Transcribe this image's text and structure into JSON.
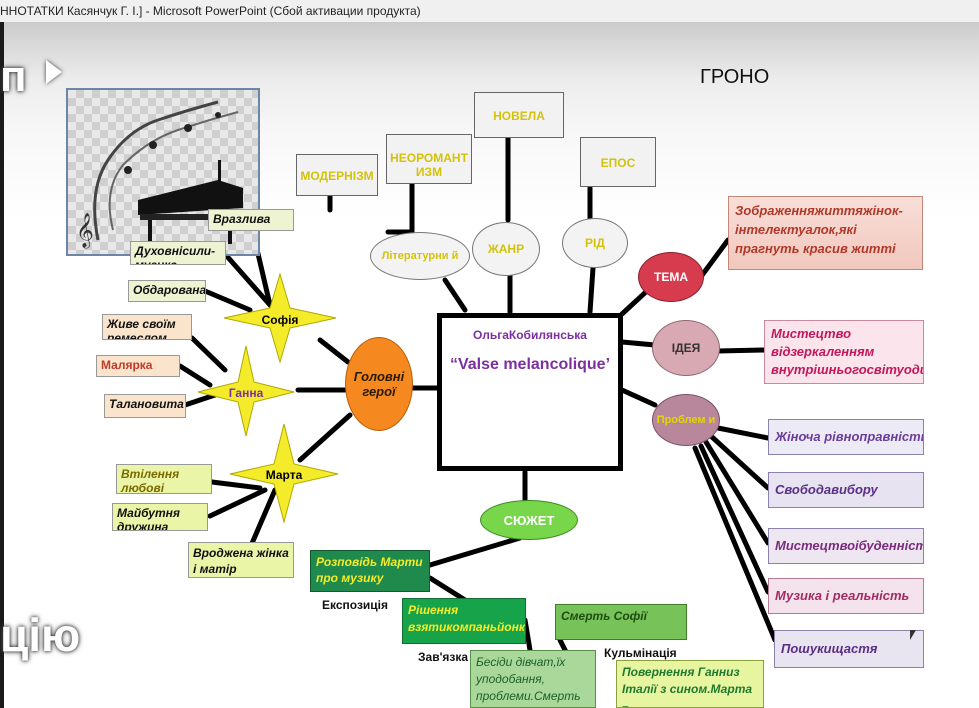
{
  "window": {
    "title": "ННОТАТКИ   Касянчук Г. І.] - Microsoft PowerPoint (Сбой активации продукта)"
  },
  "overlay": {
    "left_top": "п",
    "left_bottom": "цію"
  },
  "slide": {
    "title": "ГРОНО",
    "center": {
      "author": "ОльгаКобилянська",
      "work": "“Valse melancolique’"
    },
    "heroes_node": "Головні герої",
    "top_boxes": {
      "modernism": "МОДЕРНІЗМ",
      "neoromant": "НЕОРОМАНТ ИЗМ",
      "novela": "НОВЕЛА",
      "epos": "ЕПОС"
    },
    "ovals": {
      "literaturni": "Літературни й",
      "zhanr": "ЖАНР",
      "rid": "РІД",
      "tema": "ТЕМА",
      "ideia": "ІДЕЯ",
      "problem": "Проблем и",
      "siuzhet": "СЮЖЕТ"
    },
    "stars": {
      "sofia": "Софія",
      "hanna": "Ганна",
      "marta": "Марта"
    },
    "sofia_traits": [
      "Вразлива",
      "Духовнісили- музика",
      "Обдарована"
    ],
    "hanna_traits": [
      "Живе своїм ремеслом",
      "Малярка",
      "Талановита"
    ],
    "marta_traits": [
      "Втілення любові",
      "Майбутня дружина",
      "Вроджена жінка і матір"
    ],
    "tema_text": "Зображенняжиттяжінок-інтелектуалок,які прагнуть красив житті",
    "ideia_text": "Мистецтво відзеркаленням внутрішньогосвітуоди",
    "problems": [
      "Жіноча рівноправність",
      "Свободавибору",
      "Мистецтвоібуденність",
      "Музика і реальність",
      "Пошукищастя"
    ],
    "plot": [
      {
        "text": "Розповідь Марти про музику",
        "label": "Експозиція"
      },
      {
        "text": "Рішення взятикомпаньйонку",
        "label": "Зав'язка"
      },
      {
        "text": "Смерть Софії",
        "label": "Кульмінація"
      },
      {
        "text": "Бесіди дівчат,їх уподобання, проблеми.Смерть",
        "label": ""
      },
      {
        "text": "Повернення Ганниз Італії з сином.Марта –",
        "label": ""
      }
    ]
  },
  "colors": {
    "tema": "#d63b4e",
    "ideia": "#d9a9b3",
    "problem": "#b9879b",
    "siuzhet": "#78d64a",
    "heroes": "#f5891f",
    "star": "#f4ec2a"
  }
}
